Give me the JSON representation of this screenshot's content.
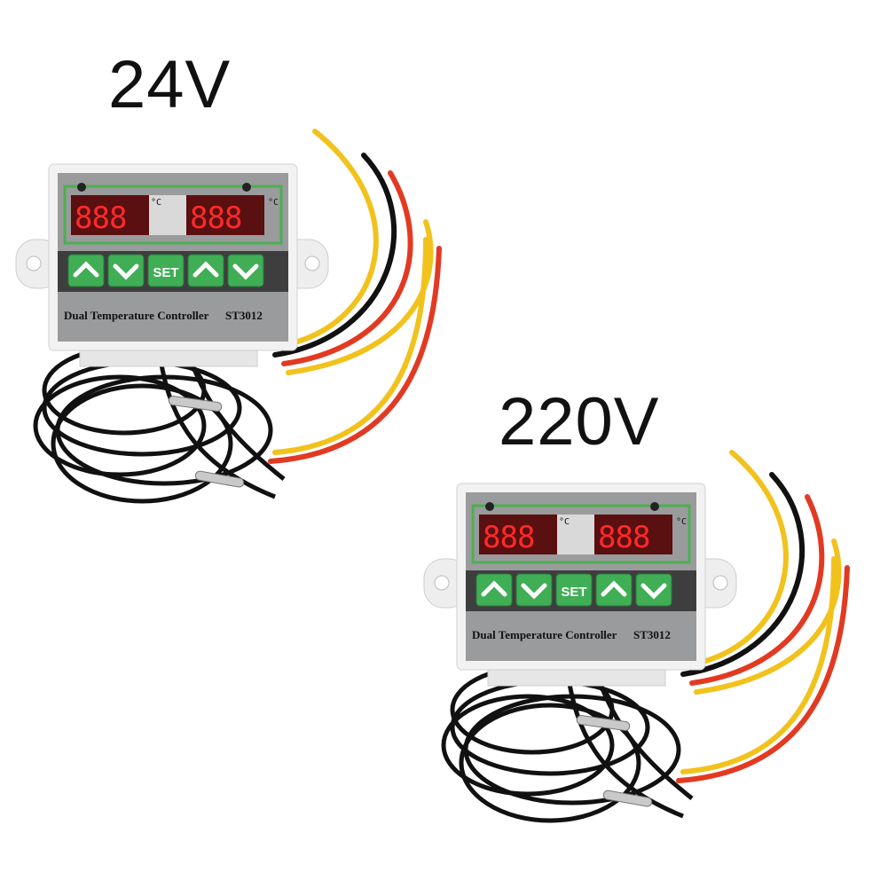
{
  "products": [
    {
      "voltage": "24V",
      "brand_label": "Dual Temperature Controller",
      "model": "ST3012",
      "display_left": "888",
      "display_right": "888",
      "unit": "°C",
      "buttons": [
        "up",
        "down",
        "SET",
        "up",
        "down"
      ]
    },
    {
      "voltage": "220V",
      "brand_label": "Dual Temperature Controller",
      "model": "ST3012",
      "display_left": "888",
      "display_right": "888",
      "unit": "°C",
      "buttons": [
        "up",
        "down",
        "SET",
        "up",
        "down"
      ]
    }
  ],
  "colors": {
    "housing": "#f2f2f2",
    "panel": "#9a9b9c",
    "display_bg": "#5a0f10",
    "digit": "#ff2a2a",
    "button_green": "#3fae55",
    "wire_yellow": "#f2c21c",
    "wire_red": "#e23a22",
    "wire_black": "#111111"
  }
}
